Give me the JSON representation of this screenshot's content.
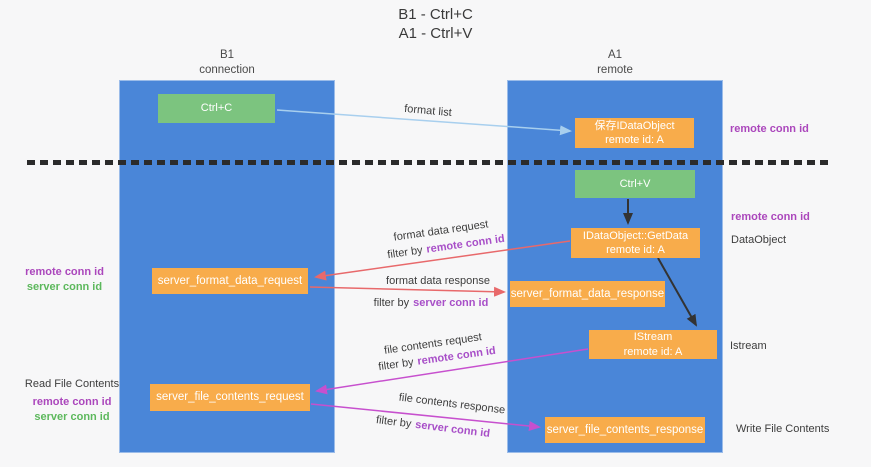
{
  "title": {
    "line1": "B1 - Ctrl+C",
    "line2": "A1 - Ctrl+V"
  },
  "columns": {
    "left": {
      "name": "B1",
      "subtitle": "connection"
    },
    "right": {
      "name": "A1",
      "subtitle": "remote"
    }
  },
  "boxes": {
    "ctrl_c": "Ctrl+C",
    "ctrl_v": "Ctrl+V",
    "save_idataobject": {
      "title": "保存IDataObject",
      "subtitle": "remote id: A"
    },
    "idataobject_getdata": {
      "title": "IDataObject::GetData",
      "subtitle": "remote id: A"
    },
    "istream": {
      "title": "IStream",
      "subtitle": "remote id: A"
    },
    "server_format_data_request": "server_format_data_request",
    "server_format_data_response": "server_format_data_response",
    "server_file_contents_request": "server_file_contents_request",
    "server_file_contents_response": "server_file_contents_response"
  },
  "side_labels": {
    "remote_conn_id": "remote conn id",
    "server_conn_id": "server conn id",
    "dataobject": "DataObject",
    "istream": "Istream",
    "read_file_contents": "Read File Contents",
    "write_file_contents": "Write File Contents"
  },
  "flow_labels": {
    "format_list": "format list",
    "format_data_request": "format data request",
    "format_data_response": "format data response",
    "file_contents_request": "file contents request",
    "file_contents_response": "file contents response",
    "filter_by": "filter by"
  },
  "colors": {
    "lifeline_blue": "#4A86D8",
    "box_orange": "#F8AC4B",
    "box_green": "#7CC47F",
    "arrow_red": "#E8696B",
    "arrow_magenta": "#C750CE",
    "arrow_lightblue": "#A8CFEE",
    "arrow_black": "#333333",
    "remote_conn_purple": "#AB47BC",
    "server_conn_green": "#5CB85C",
    "filter_highlight_purple": "#A84FC8"
  }
}
